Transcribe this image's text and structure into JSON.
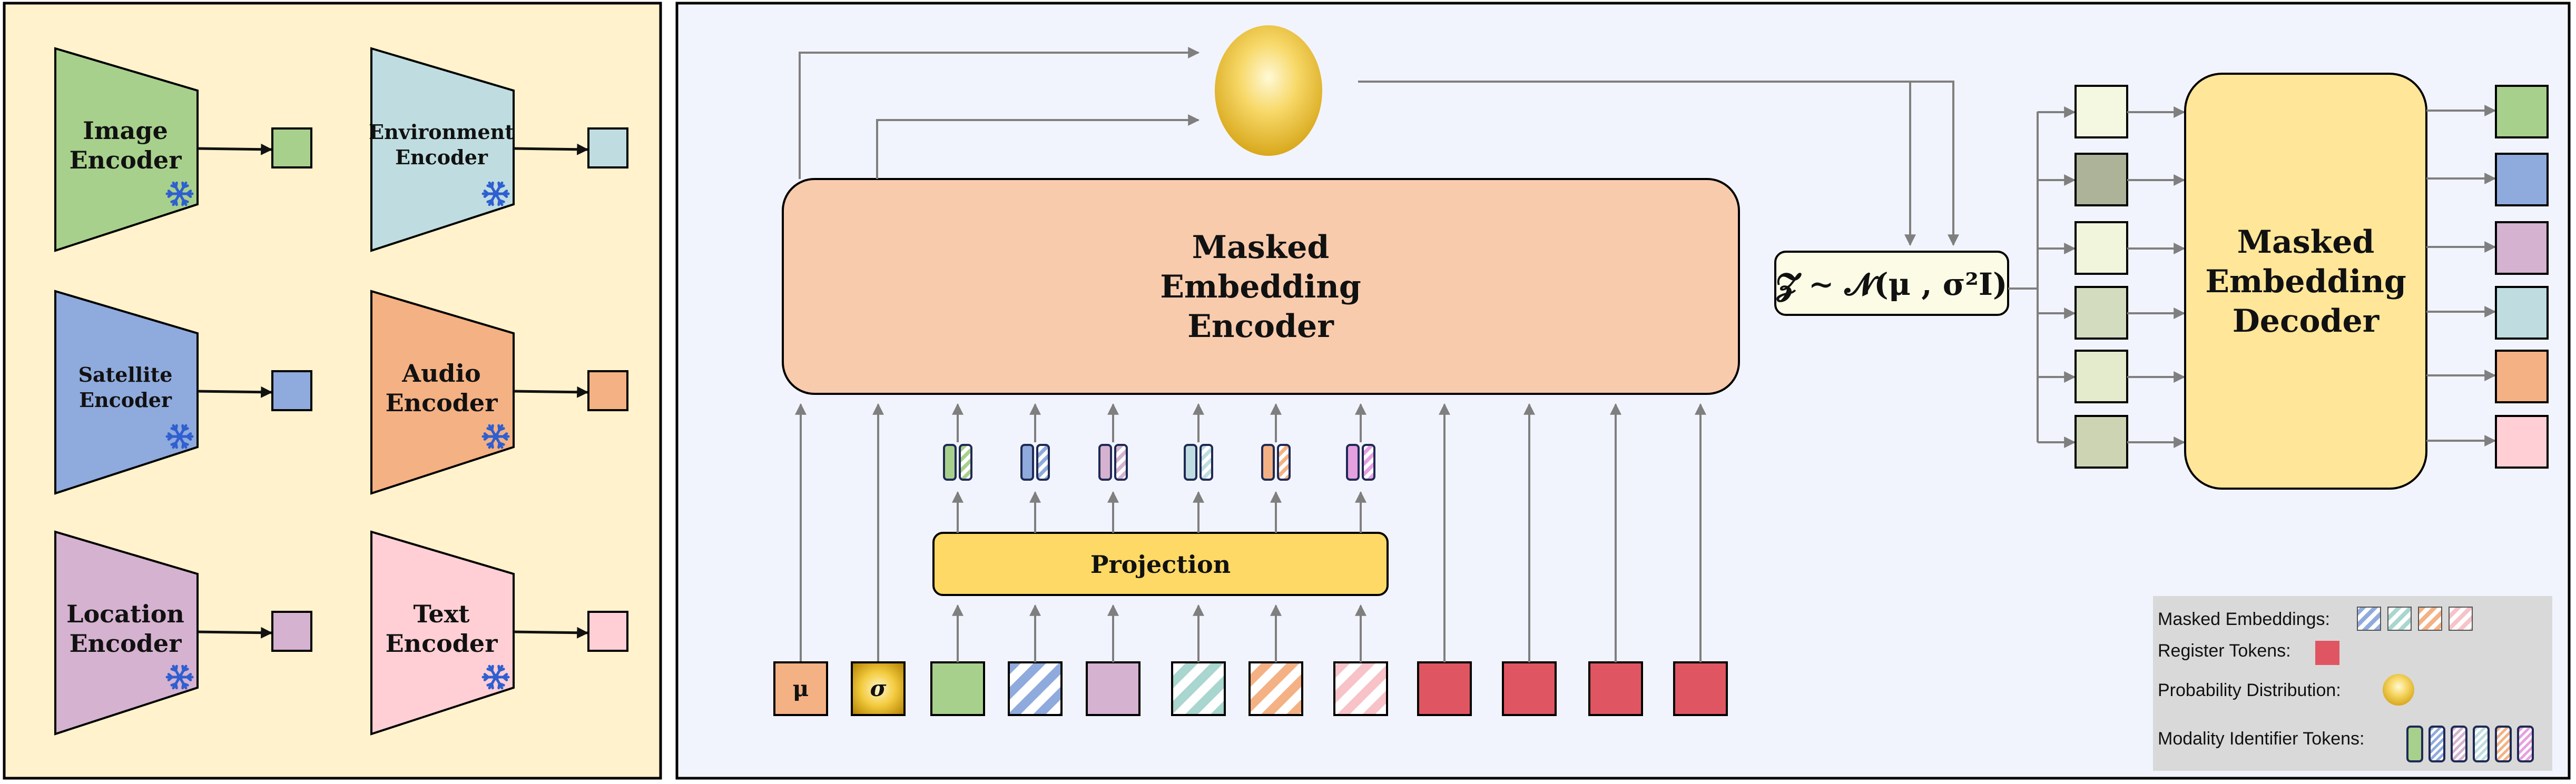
{
  "encoders": [
    {
      "label_lines": [
        "Image",
        "Encoder"
      ],
      "color": "#a8d08d",
      "token_color": "#a8d08d"
    },
    {
      "label_lines": [
        "Environment",
        "Encoder"
      ],
      "color": "#bfdde0",
      "token_color": "#bfdde0"
    },
    {
      "label_lines": [
        "Satellite",
        "Encoder"
      ],
      "color": "#8faadc",
      "token_color": "#8faadc"
    },
    {
      "label_lines": [
        "Audio",
        "Encoder"
      ],
      "color": "#f4b183",
      "token_color": "#f4b183"
    },
    {
      "label_lines": [
        "Location",
        "Encoder"
      ],
      "color": "#d5b2d0",
      "token_color": "#d5b2d0"
    },
    {
      "label_lines": [
        "Text",
        "Encoder"
      ],
      "color": "#ffcfd5",
      "token_color": "#ffcfd5"
    }
  ],
  "snowflake_icon": "snowflake-icon",
  "encoder_block": {
    "label_lines": [
      "Masked",
      "Embedding",
      "Encoder"
    ],
    "color": "#f8cbad"
  },
  "decoder_block": {
    "label_lines": [
      "Masked",
      "Embedding",
      "Decoder"
    ],
    "color": "#ffe699"
  },
  "projection_label": "Projection",
  "projection_color": "#ffd966",
  "latent_formula": "𝓩 ∼ 𝓝(μ , σ²I)",
  "mu_label": "μ",
  "sigma_label": "σ",
  "input_tokens": [
    {
      "kind": "solid",
      "color": "#a8d08d"
    },
    {
      "kind": "hatched",
      "color": "#8faadc"
    },
    {
      "kind": "solid",
      "color": "#d5b2d0"
    },
    {
      "kind": "hatched",
      "color": "#a9d6cf"
    },
    {
      "kind": "hatched",
      "color": "#f4b183"
    },
    {
      "kind": "hatched",
      "color": "#f7c3c8"
    }
  ],
  "register_token_color": "#e05562",
  "modality_token_colors": [
    "#a8d08d",
    "#8faadc",
    "#d5b2d0",
    "#bfdde0",
    "#f4b183",
    "#e5a0e0"
  ],
  "decoder_input_colors": [
    "#f4f8e0",
    "#adb398",
    "#f0f5dc",
    "#d4dcc0",
    "#e3ebcc",
    "#cdd4b4"
  ],
  "decoder_output_colors": [
    "#a8d08d",
    "#8faadc",
    "#d5b2d0",
    "#bfdde0",
    "#f4b183",
    "#ffcfd5"
  ],
  "legend": {
    "masked_embeddings": "Masked Embeddings:",
    "masked_colors": [
      "#8faadc",
      "#a9d6cf",
      "#f4b183",
      "#f7c3c8"
    ],
    "register_tokens": "Register Tokens:",
    "probability_distribution": "Probability Distribution:",
    "modality_identifier_tokens": "Modality Identifier Tokens:"
  },
  "colors": {
    "left_panel_bg": "#fff2cc",
    "main_panel_bg": "#f2f4fd",
    "legend_bg": "#d9d9d9",
    "arrow": "#7f7f7f",
    "latent_box_bg": "#fbfbe6"
  }
}
